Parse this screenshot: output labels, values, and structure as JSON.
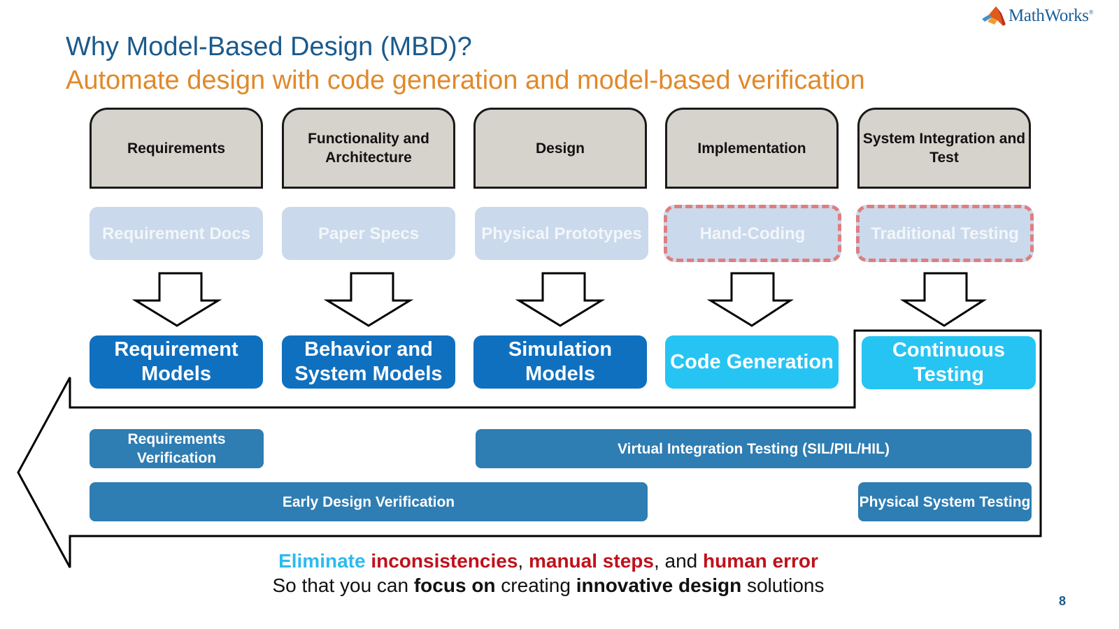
{
  "header": {
    "title": "Why Model-Based Design (MBD)?",
    "subtitle": "Automate design with code generation and model-based verification"
  },
  "logo": {
    "icon": "matlab-membrane-icon",
    "text": "MathWorks",
    "mark": "®"
  },
  "colors": {
    "title": "#1a5a8c",
    "subtitle": "#e0892a",
    "phase_fill": "#d6d2cc",
    "traditional_fill": "#cad9eb",
    "traditional_dashed_border": "#df7e80",
    "model_dark": "#0f70bf",
    "model_light": "#26c4f3",
    "verification": "#2e7db3",
    "highlight_accent": "#2bbbef",
    "highlight_red": "#c0111c"
  },
  "phases": [
    {
      "label": "Requirements"
    },
    {
      "label": "Functionality and Architecture"
    },
    {
      "label": "Design"
    },
    {
      "label": "Implementation"
    },
    {
      "label": "System Integration and Test"
    }
  ],
  "traditional": [
    {
      "label": "Requirement Docs",
      "dashed": false
    },
    {
      "label": "Paper Specs",
      "dashed": false
    },
    {
      "label": "Physical Prototypes",
      "dashed": false
    },
    {
      "label": "Hand-Coding",
      "dashed": true
    },
    {
      "label": "Traditional Testing",
      "dashed": true
    }
  ],
  "arrow_icon": "down-arrow-icon",
  "mbd": [
    {
      "label": "Requirement Models",
      "style": "dark"
    },
    {
      "label": "Behavior and System Models",
      "style": "dark"
    },
    {
      "label": "Simulation Models",
      "style": "dark"
    },
    {
      "label": "Code Generation",
      "style": "light"
    },
    {
      "label": "Continuous Testing",
      "style": "light"
    }
  ],
  "verification": {
    "requirements_verification": "Requirements Verification",
    "virtual_integration": "Virtual Integration Testing (SIL/PIL/HIL)",
    "early_design": "Early Design Verification",
    "physical_system": "Physical System Testing"
  },
  "tagline": {
    "line1": [
      {
        "text": "Eliminate",
        "style": "accent"
      },
      {
        "text": " ",
        "style": "plain"
      },
      {
        "text": "inconsistencies",
        "style": "red"
      },
      {
        "text": ", ",
        "style": "plain"
      },
      {
        "text": "manual steps",
        "style": "red"
      },
      {
        "text": ", and ",
        "style": "plain"
      },
      {
        "text": "human error",
        "style": "red"
      }
    ],
    "line2": [
      {
        "text": "So that you can ",
        "style": "plain"
      },
      {
        "text": "focus on",
        "style": "bold"
      },
      {
        "text": " creating ",
        "style": "plain"
      },
      {
        "text": "innovative design",
        "style": "bold"
      },
      {
        "text": " solutions",
        "style": "plain"
      }
    ]
  },
  "page_number": "8"
}
